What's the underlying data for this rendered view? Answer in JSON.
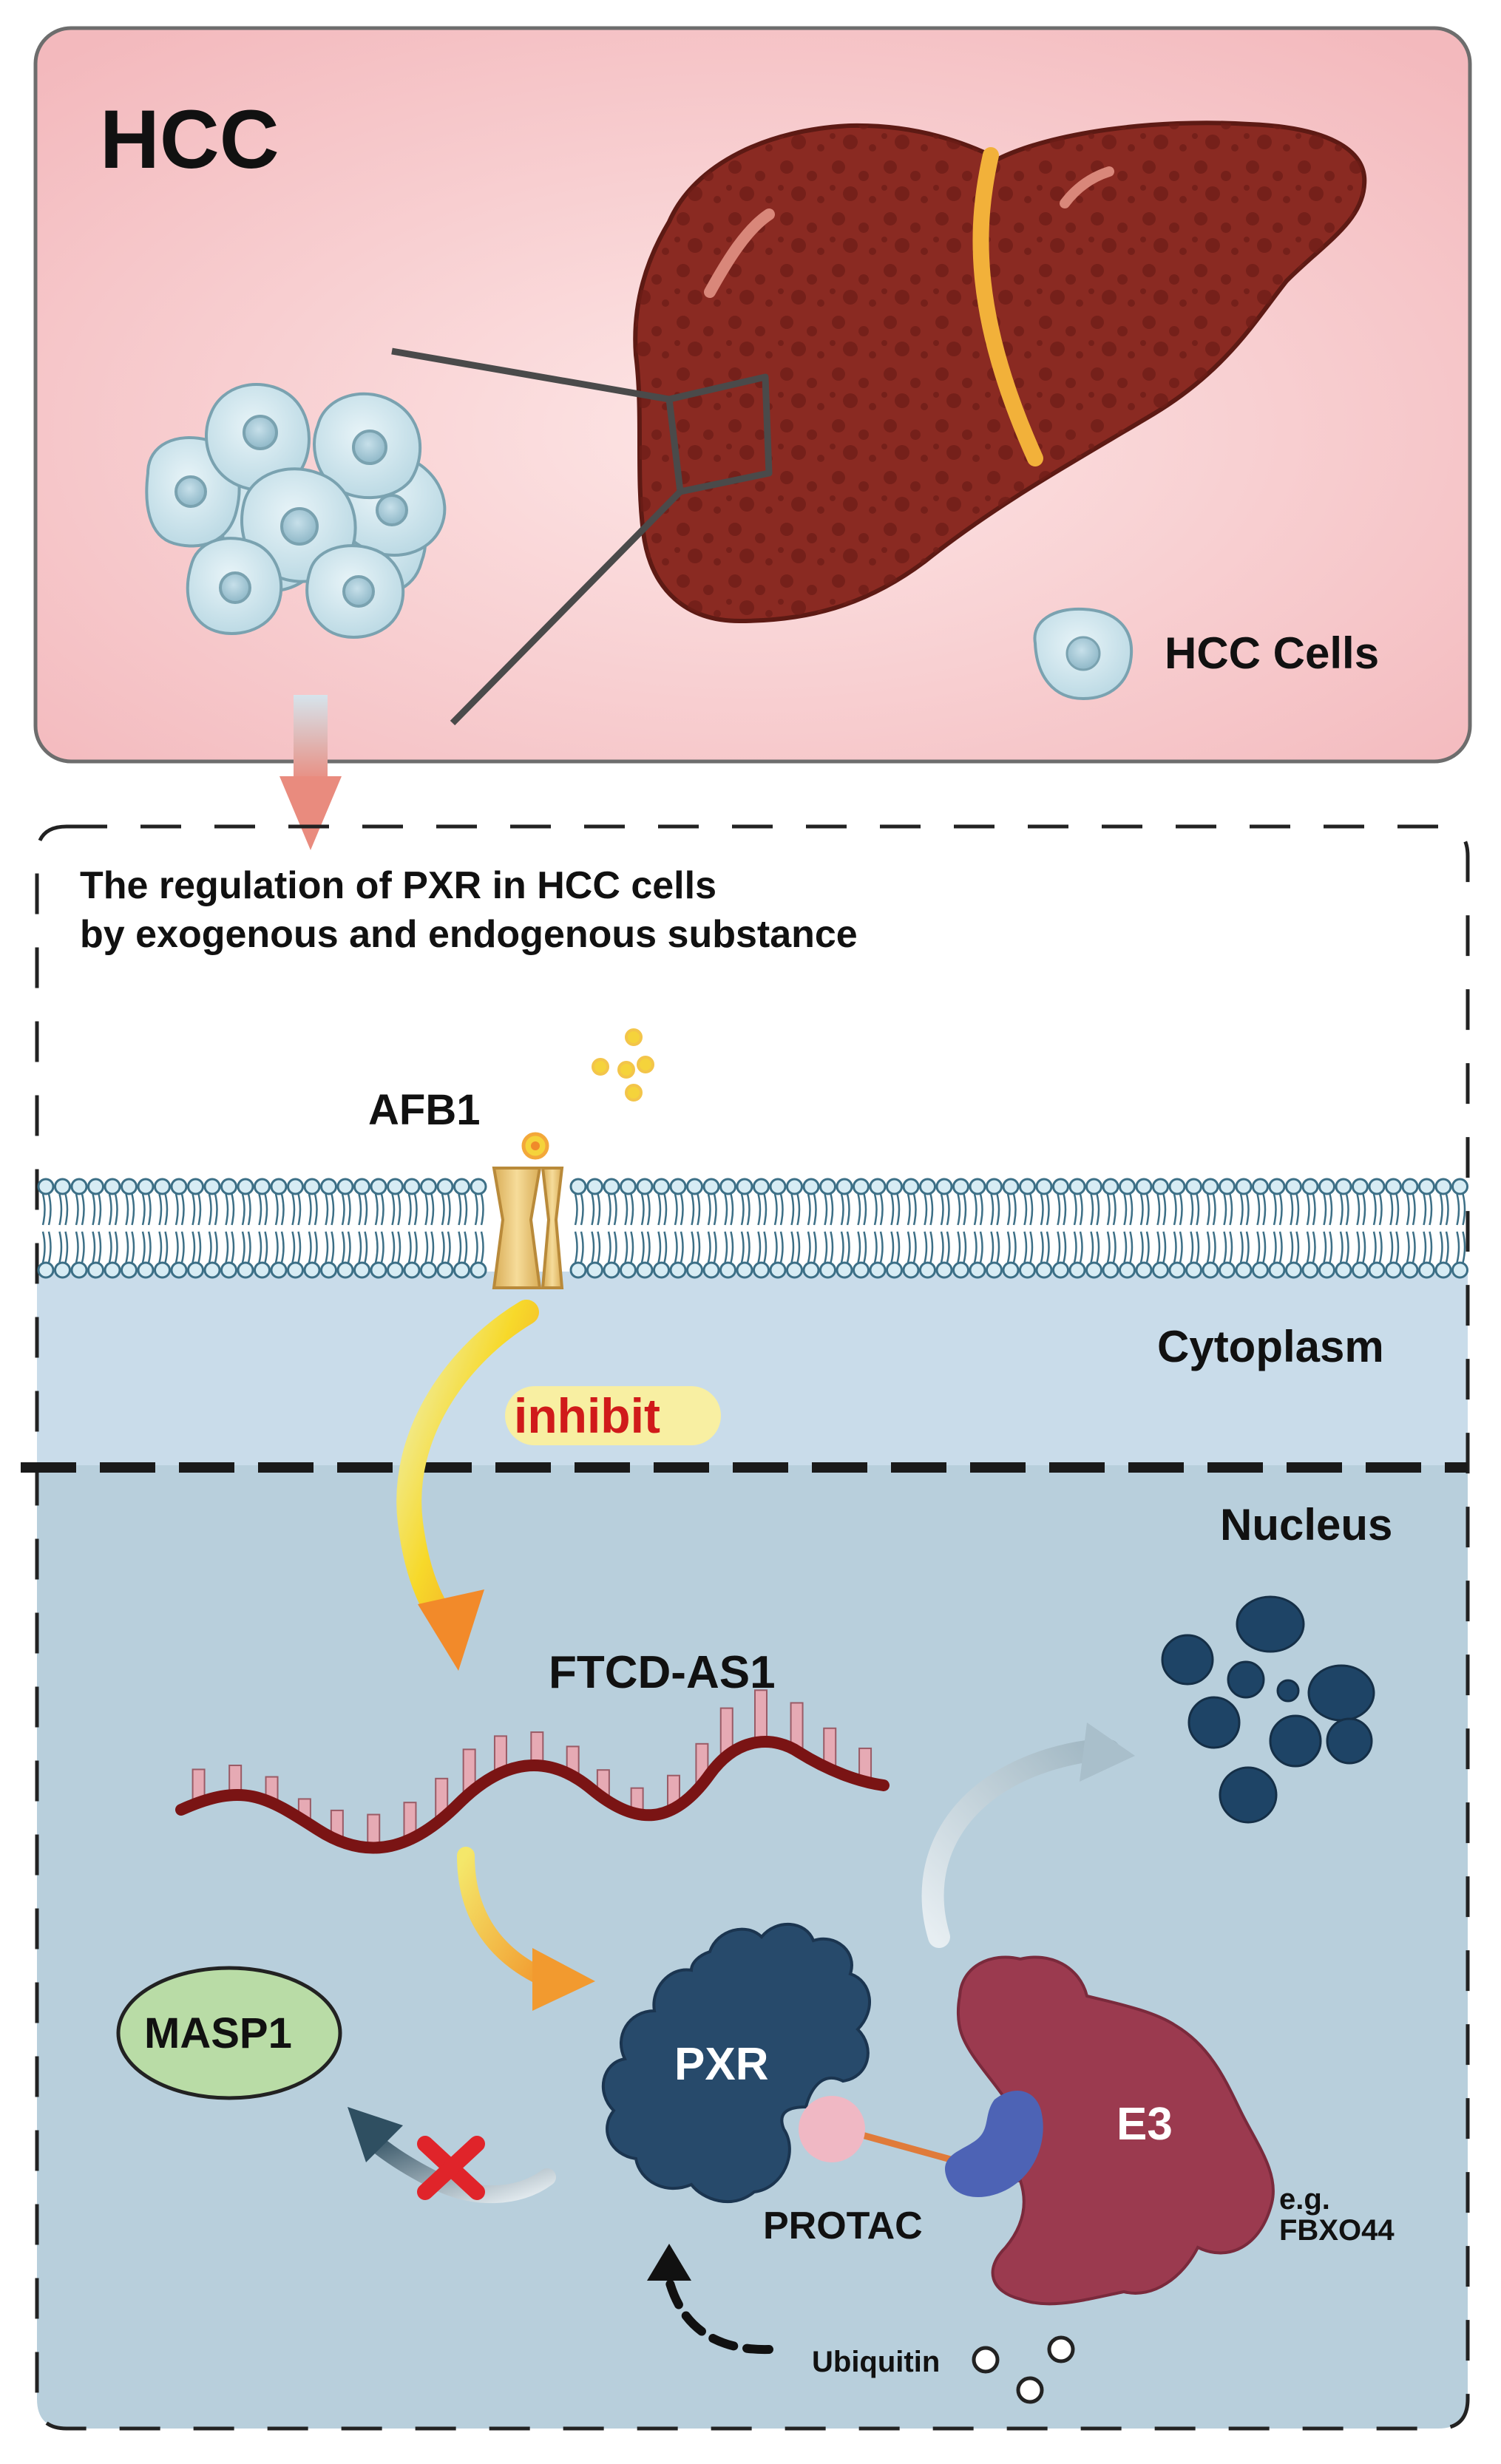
{
  "hcc_panel": {
    "title": "HCC",
    "cells_legend": "HCC Cells"
  },
  "regulation_panel": {
    "heading_line1": "The regulation of PXR in HCC cells",
    "heading_line2": "by exogenous and endogenous substance",
    "afb1": "AFB1",
    "cytoplasm": "Cytoplasm",
    "inhibit": "inhibit",
    "nucleus": "Nucleus",
    "ftcd_as1": "FTCD-AS1",
    "masp1": "MASP1",
    "pxr": "PXR",
    "e3": "E3",
    "eg": "e.g.",
    "fbxo44": "FBXO44",
    "protac": "PROTAC",
    "ubiquitin": "Ubiquitin"
  },
  "colors": {
    "hcc_panel_bg": "#f7cfd0",
    "liver": "#8a2a22",
    "cell": "#cfe6ee",
    "cytoplasm_bg": "#c9dcea",
    "nucleus_bg": "#b8cfdc",
    "pxr": "#274a6b",
    "e3": "#9b3a4f",
    "masp1": "#b9dca6",
    "protac_ball": "#f0b8c4",
    "protac_link": "#e07b3a",
    "ligand": "#4d63b5",
    "inhibit_text": "#d01a1a",
    "inhibit_bg": "#f8efa2"
  }
}
